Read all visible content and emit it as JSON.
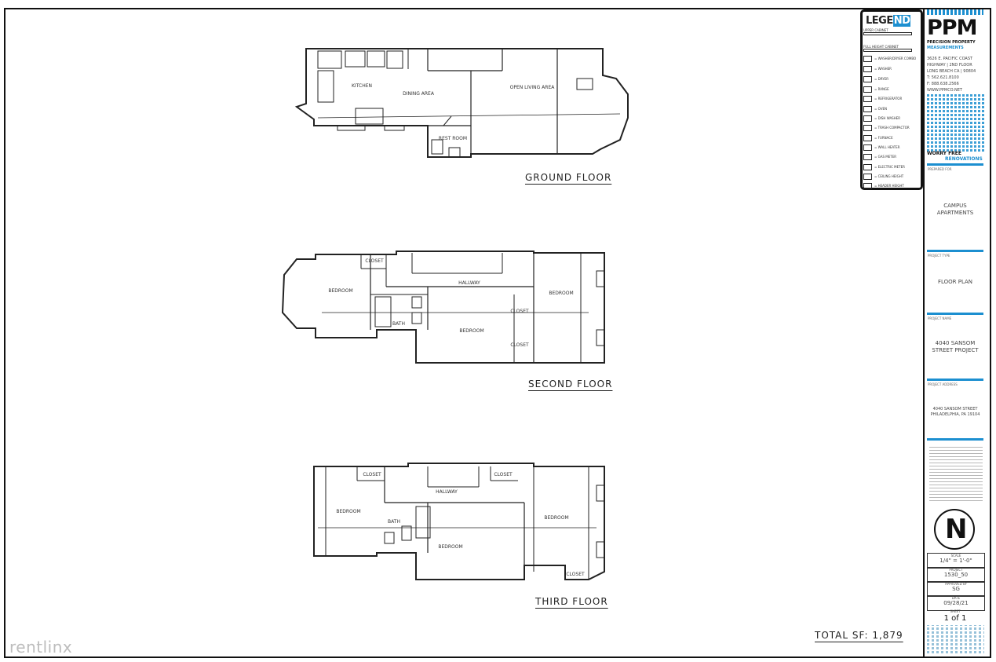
{
  "plan": {
    "floors": [
      {
        "title": "GROUND FLOOR",
        "rooms": [
          "KITCHEN",
          "DINING AREA",
          "OPEN LIVING AREA",
          "REST ROOM"
        ]
      },
      {
        "title": "SECOND FLOOR",
        "rooms": [
          "BEDROOM",
          "CLOSET",
          "HALLWAY",
          "BATH",
          "BEDROOM",
          "CLOSET",
          "CLOSET",
          "BEDROOM"
        ]
      },
      {
        "title": "THIRD FLOOR",
        "rooms": [
          "BEDROOM",
          "CLOSET",
          "HALLWAY",
          "CLOSET",
          "BATH",
          "BEDROOM",
          "BEDROOM",
          "CLOSET"
        ]
      }
    ],
    "total_sf": "TOTAL SF: 1,879",
    "watermark": "rentlinx"
  },
  "legend": {
    "title_a": "LEGE",
    "title_b": "ND",
    "items": [
      "UPPER CABINET",
      "FULL HEIGHT CABINET",
      "= WASHER/DRYER COMBO",
      "= WASHER",
      "= DRYER",
      "= RANGE",
      "= REFRIGERATOR",
      "= OVEN",
      "= DISH WASHER",
      "= TRASH COMPACTOR",
      "= FURNACE",
      "= WALL HEATER",
      "= GAS METER",
      "= ELECTRIC METER",
      "= CEILING HEIGHT",
      "= HEADER HEIGHT"
    ]
  },
  "titleblock": {
    "logo": "PPM",
    "company_1": "PRECISION PROPERTY",
    "company_2": "MEASUREMENTS",
    "address": [
      "3626 E. PACIFIC COAST",
      "HIGHWAY | 2ND FLOOR",
      "LONG BEACH CA | 90804",
      "T: 562.621.8100",
      "F: 888.638.2566",
      "WWW.PPMCO.NET"
    ],
    "worry": "WORRY FREE",
    "renovations": "RENOVATIONS",
    "prepared_for_label": "PREPARED FOR",
    "prepared_for": "CAMPUS APARTMENTS",
    "project_type_label": "PROJECT TYPE",
    "project_type": "FLOOR PLAN",
    "project_name_label": "PROJECT NAME",
    "project_name": "4040 SANSOM STREET PROJECT",
    "project_address_label": "PROJECT ADDRESS",
    "project_address": "4040 SANSOM STREET PHILADELPHIA, PA 19104",
    "north": "N",
    "scale_label": "SCALE",
    "scale": "1/4\" = 1'-0\"",
    "project_no_label": "PROJECT",
    "project_no": "1530_50",
    "approved_label": "APPROVED BY",
    "approved": "SG",
    "date_label": "DATE",
    "date": "09/28/21",
    "sheet_label": "SHEET",
    "sheet": "1 of 1"
  }
}
